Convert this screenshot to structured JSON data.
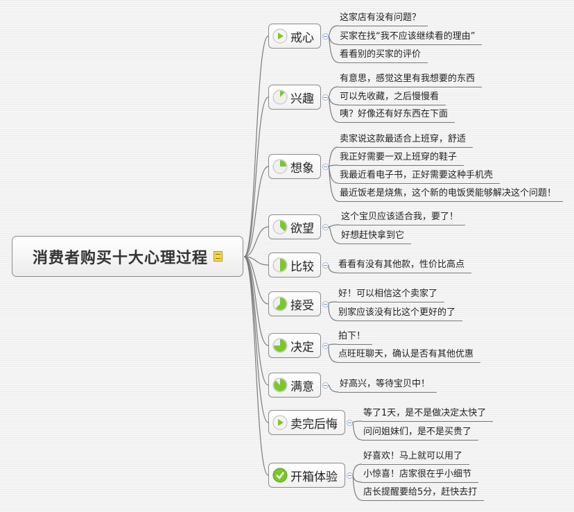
{
  "central": {
    "title": "消费者购买十大心理过程",
    "icon": "note-icon"
  },
  "colors": {
    "accent": "#7cc72a",
    "line": "#777777"
  },
  "stages": [
    {
      "label": "戒心",
      "icon": "play",
      "progress": null,
      "leaves": [
        "这家店有没有问题？",
        "买家在找“我不应该继续看的理由”",
        "看看别的买家的评价"
      ]
    },
    {
      "label": "兴趣",
      "icon": "pie",
      "progress": 0.125,
      "leaves": [
        "有意思，感觉这里有我想要的东西",
        "可以先收藏，之后慢慢看",
        "咦？好像还有好东西在下面"
      ]
    },
    {
      "label": "想象",
      "icon": "pie",
      "progress": 0.25,
      "leaves": [
        "卖家说这款最适合上班穿，舒适",
        "我正好需要一双上班穿的鞋子",
        "我最近看电子书，正好需要这种手机壳",
        "最近饭老是烧焦，这个新的电饭煲能够解决这个问题！"
      ]
    },
    {
      "label": "欲望",
      "icon": "pie",
      "progress": 0.375,
      "leaves": [
        "这个宝贝应该适合我，要了！",
        "好想赶快拿到它"
      ]
    },
    {
      "label": "比较",
      "icon": "pie",
      "progress": 0.5,
      "leaves": [
        "看看有没有其他款，性价比高点"
      ]
    },
    {
      "label": "接受",
      "icon": "pie",
      "progress": 0.625,
      "leaves": [
        "好！可以相信这个卖家了",
        "别家应该没有比这个更好的了"
      ]
    },
    {
      "label": "决定",
      "icon": "pie",
      "progress": 0.75,
      "leaves": [
        "拍下！",
        "点旺旺聊天，确认是否有其他优惠"
      ]
    },
    {
      "label": "满意",
      "icon": "pie",
      "progress": 0.875,
      "leaves": [
        "好高兴，等待宝贝中！"
      ]
    },
    {
      "label": "卖完后悔",
      "icon": "play",
      "progress": null,
      "leaves": [
        "等了1天，是不是做决定太快了",
        "问问姐妹们，是不是买贵了"
      ]
    },
    {
      "label": "开箱体验",
      "icon": "check",
      "progress": null,
      "leaves": [
        "好喜欢！马上就可以用了",
        "小惊喜！店家很在乎小细节",
        "店长提醒要给5分，赶快去打"
      ]
    }
  ]
}
